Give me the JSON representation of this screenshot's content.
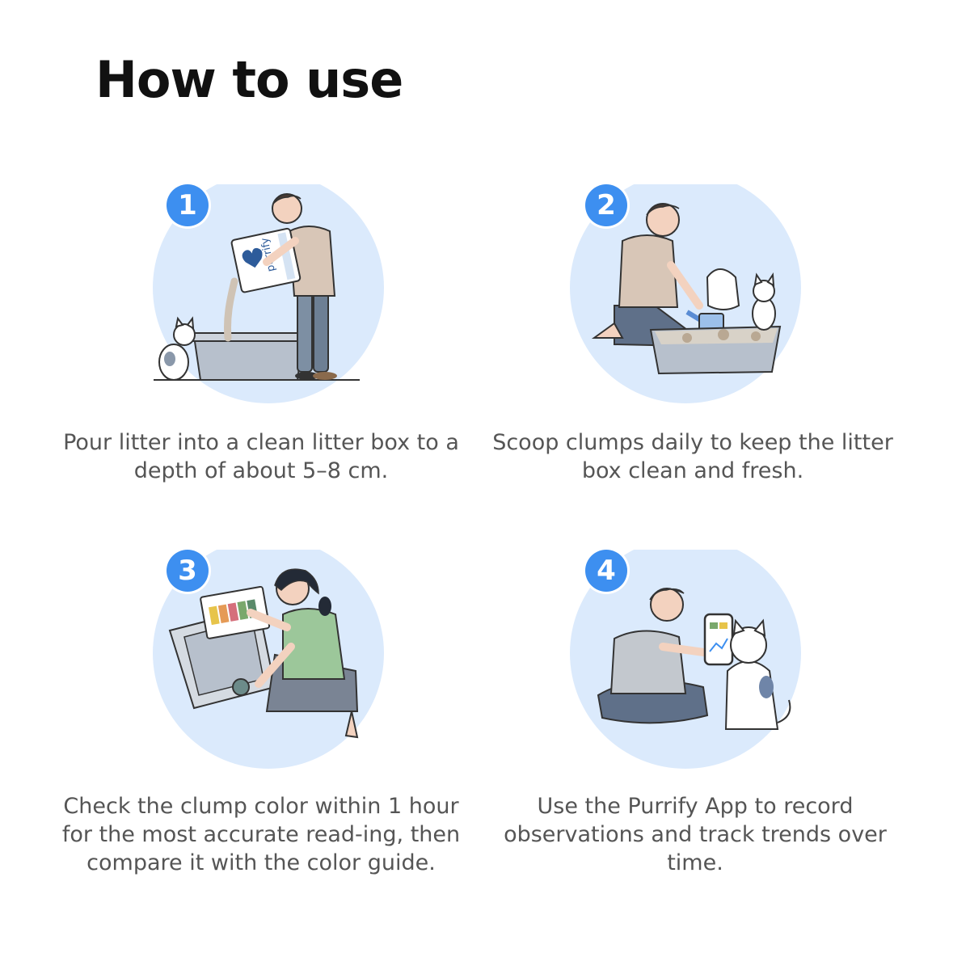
{
  "title": "How to use",
  "colors": {
    "badge": "#3d8ff0",
    "circle": "#dbeafc",
    "text": "#555555",
    "heading": "#111111"
  },
  "steps": [
    {
      "number": "1",
      "text": "Pour litter into a clean litter box to a depth of about 5–8 cm.",
      "illustration": "pouring-litter",
      "bag_brand": "purrify"
    },
    {
      "number": "2",
      "text": "Scoop clumps daily to keep the litter box clean and fresh.",
      "illustration": "scooping-clumps"
    },
    {
      "number": "3",
      "text": "Check the clump color within 1 hour for the most accurate read-ing, then compare it with the color guide.",
      "illustration": "checking-color-guide"
    },
    {
      "number": "4",
      "text": "Use the Purrify App to record observations and track trends over time.",
      "illustration": "using-app-with-cat"
    }
  ]
}
